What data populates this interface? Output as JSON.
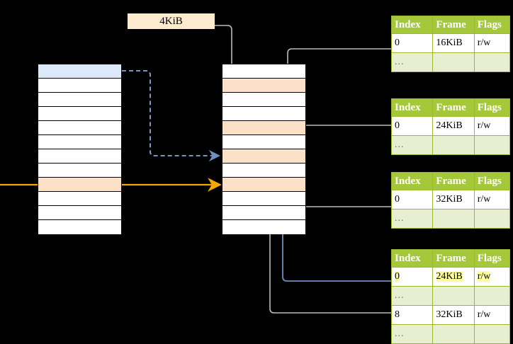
{
  "diagram": {
    "title": "page-table-walk",
    "colors": {
      "header_green": "#a5c73a",
      "ellipsis_row": "#e8eed2",
      "highlight_blue": "#dce9f9",
      "highlight_peach": "#fde0c8",
      "highlight_yellow": "#ffffa0",
      "label_chip": "#fdebd0",
      "arrow_gray": "#bcbcbc",
      "arrow_blue": "#6d8fc4",
      "arrow_orange": "#f5a800"
    }
  },
  "offset_label": {
    "text": "4KiB"
  },
  "left_table": {
    "name": "page-directory",
    "row_count": 12,
    "rows": [
      {
        "index": 0,
        "fill": "blue",
        "text": ""
      },
      {
        "index": 1,
        "fill": "white",
        "text": ""
      },
      {
        "index": 2,
        "fill": "white",
        "text": ""
      },
      {
        "index": 3,
        "fill": "white",
        "text": ""
      },
      {
        "index": 4,
        "fill": "white",
        "text": ""
      },
      {
        "index": 5,
        "fill": "white",
        "text": ""
      },
      {
        "index": 6,
        "fill": "white",
        "text": ""
      },
      {
        "index": 7,
        "fill": "white",
        "text": ""
      },
      {
        "index": 8,
        "fill": "peach",
        "text": ""
      },
      {
        "index": 9,
        "fill": "white",
        "text": ""
      },
      {
        "index": 10,
        "fill": "white",
        "text": ""
      },
      {
        "index": 11,
        "fill": "white",
        "text": ""
      }
    ]
  },
  "middle_table": {
    "name": "page-table",
    "row_count": 12,
    "rows": [
      {
        "index": 0,
        "fill": "white",
        "text": ""
      },
      {
        "index": 1,
        "fill": "peach",
        "text": ""
      },
      {
        "index": 2,
        "fill": "white",
        "text": ""
      },
      {
        "index": 3,
        "fill": "white",
        "text": ""
      },
      {
        "index": 4,
        "fill": "peach",
        "text": ""
      },
      {
        "index": 5,
        "fill": "white",
        "text": ""
      },
      {
        "index": 6,
        "fill": "peach",
        "text": ""
      },
      {
        "index": 7,
        "fill": "white",
        "text": ""
      },
      {
        "index": 8,
        "fill": "peach",
        "text": ""
      },
      {
        "index": 9,
        "fill": "white",
        "text": ""
      },
      {
        "index": 10,
        "fill": "white",
        "text": ""
      },
      {
        "index": 11,
        "fill": "white",
        "text": ""
      }
    ]
  },
  "descriptor_tables": [
    {
      "name": "descriptor-table-1",
      "headers": [
        "Index",
        "Frame",
        "Flags"
      ],
      "rows": [
        {
          "type": "data",
          "cells": [
            "0",
            "16KiB",
            "r/w"
          ],
          "highlight": false
        },
        {
          "type": "ellipsis",
          "cells": [
            "...",
            "",
            ""
          ],
          "highlight": false
        }
      ]
    },
    {
      "name": "descriptor-table-2",
      "headers": [
        "Index",
        "Frame",
        "Flags"
      ],
      "rows": [
        {
          "type": "data",
          "cells": [
            "0",
            "24KiB",
            "r/w"
          ],
          "highlight": false
        },
        {
          "type": "ellipsis",
          "cells": [
            "...",
            "",
            ""
          ],
          "highlight": false
        }
      ]
    },
    {
      "name": "descriptor-table-3",
      "headers": [
        "Index",
        "Frame",
        "Flags"
      ],
      "rows": [
        {
          "type": "data",
          "cells": [
            "0",
            "32KiB",
            "r/w"
          ],
          "highlight": false
        },
        {
          "type": "ellipsis",
          "cells": [
            "...",
            "",
            ""
          ],
          "highlight": false
        }
      ]
    },
    {
      "name": "descriptor-table-4",
      "headers": [
        "Index",
        "Frame",
        "Flags"
      ],
      "rows": [
        {
          "type": "data",
          "cells": [
            "0",
            "24KiB",
            "r/w"
          ],
          "highlight": true
        },
        {
          "type": "ellipsis",
          "cells": [
            "...",
            "",
            ""
          ],
          "highlight": false
        },
        {
          "type": "data",
          "cells": [
            "8",
            "32KiB",
            "r/w"
          ],
          "highlight": false
        },
        {
          "type": "ellipsis",
          "cells": [
            "...",
            "",
            ""
          ],
          "highlight": false
        }
      ]
    }
  ]
}
